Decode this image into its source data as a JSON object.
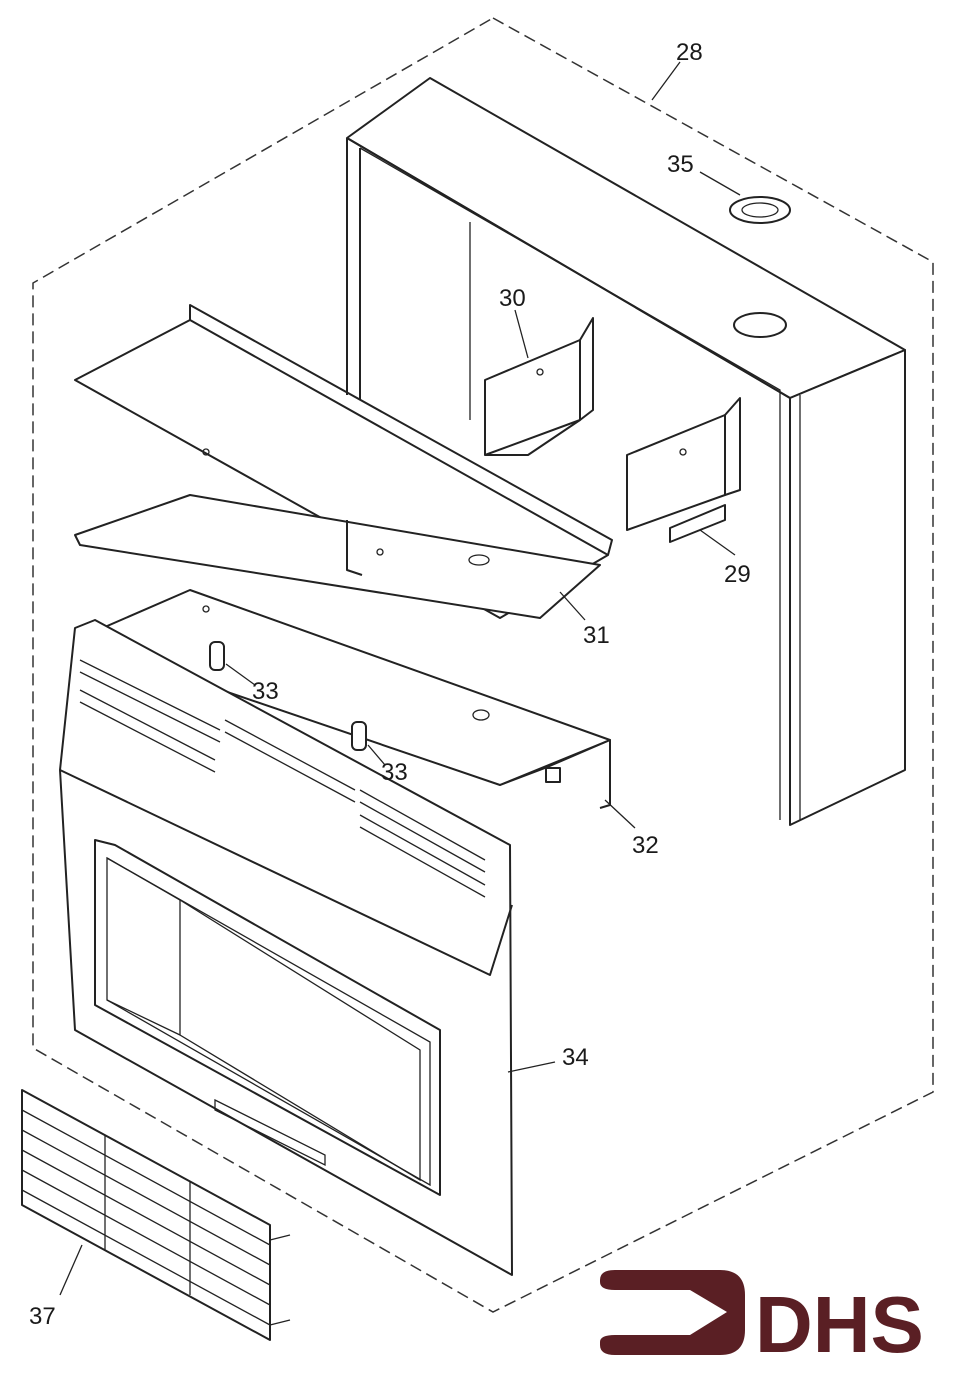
{
  "diagram": {
    "title": "Exploded parts diagram",
    "callouts": [
      {
        "part": "28",
        "label": "28"
      },
      {
        "part": "35",
        "label": "35"
      },
      {
        "part": "30",
        "label": "30"
      },
      {
        "part": "29",
        "label": "29"
      },
      {
        "part": "31",
        "label": "31"
      },
      {
        "part": "33a",
        "label": "33"
      },
      {
        "part": "33b",
        "label": "33"
      },
      {
        "part": "32",
        "label": "32"
      },
      {
        "part": "34",
        "label": "34"
      },
      {
        "part": "37",
        "label": "37"
      }
    ]
  },
  "logo": {
    "text": "DHS",
    "color": "#5a1f24"
  }
}
